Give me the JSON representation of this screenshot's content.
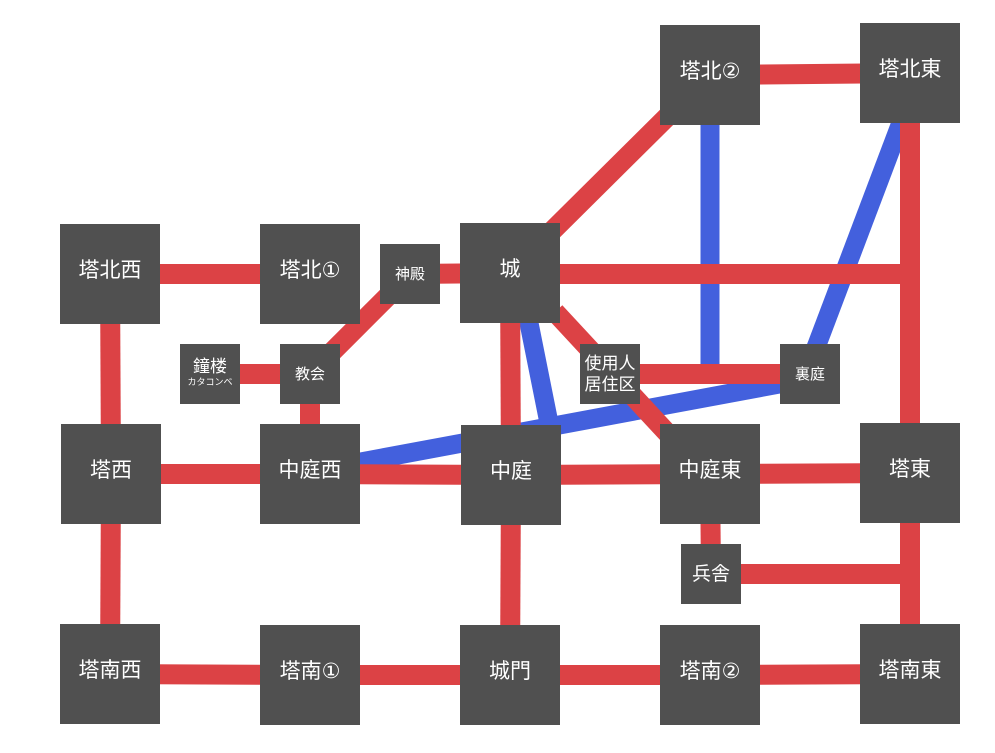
{
  "title": "Castle map",
  "colors": {
    "path": "#dc4245",
    "secret_path": "#4360dd",
    "node": "#505050",
    "label": "#ffffff"
  },
  "nodes": [
    {
      "id": "tower_nw",
      "label": "塔北西",
      "size": "big"
    },
    {
      "id": "tower_n1",
      "label": "塔北①",
      "size": "big"
    },
    {
      "id": "shrine",
      "label": "神殿",
      "size": "small"
    },
    {
      "id": "castle",
      "label": "城",
      "size": "big"
    },
    {
      "id": "tower_n2",
      "label": "塔北②",
      "size": "big"
    },
    {
      "id": "tower_ne",
      "label": "塔北東",
      "size": "big"
    },
    {
      "id": "belfry",
      "label": "鐘楼",
      "sublabel": "カタコンベ",
      "size": "small"
    },
    {
      "id": "church",
      "label": "教会",
      "size": "small"
    },
    {
      "id": "servants",
      "label": "使用人",
      "sublabel": "居住区",
      "size": "small"
    },
    {
      "id": "backyard",
      "label": "裏庭",
      "size": "small"
    },
    {
      "id": "tower_w",
      "label": "塔西",
      "size": "big"
    },
    {
      "id": "court_w",
      "label": "中庭西",
      "size": "big"
    },
    {
      "id": "court",
      "label": "中庭",
      "size": "big"
    },
    {
      "id": "court_e",
      "label": "中庭東",
      "size": "big"
    },
    {
      "id": "tower_e",
      "label": "塔東",
      "size": "big"
    },
    {
      "id": "barracks",
      "label": "兵舎",
      "size": "small"
    },
    {
      "id": "tower_sw",
      "label": "塔南西",
      "size": "big"
    },
    {
      "id": "tower_s1",
      "label": "塔南①",
      "size": "big"
    },
    {
      "id": "gate",
      "label": "城門",
      "size": "big"
    },
    {
      "id": "tower_s2",
      "label": "塔南②",
      "size": "big"
    },
    {
      "id": "tower_se",
      "label": "塔南東",
      "size": "big"
    }
  ],
  "edges": [
    {
      "from": "tower_nw",
      "to": "tower_n1",
      "kind": "path"
    },
    {
      "from": "shrine",
      "to": "castle",
      "kind": "path"
    },
    {
      "from": "shrine",
      "to": "church",
      "kind": "path"
    },
    {
      "from": "belfry",
      "to": "church",
      "kind": "path"
    },
    {
      "from": "church",
      "to": "court_w",
      "kind": "path"
    },
    {
      "from": "tower_nw",
      "to": "tower_w",
      "kind": "path"
    },
    {
      "from": "tower_w",
      "to": "court_w",
      "kind": "path"
    },
    {
      "from": "court_w",
      "to": "court",
      "kind": "path"
    },
    {
      "from": "court",
      "to": "court_e",
      "kind": "path"
    },
    {
      "from": "court_e",
      "to": "tower_e",
      "kind": "path"
    },
    {
      "from": "castle",
      "to": "court",
      "kind": "path"
    },
    {
      "from": "castle",
      "to": "tower_n2",
      "kind": "path"
    },
    {
      "from": "castle",
      "to": "tower_e",
      "kind": "path"
    },
    {
      "from": "tower_ne",
      "to": "tower_e",
      "kind": "path"
    },
    {
      "from": "tower_n2",
      "to": "tower_ne",
      "kind": "path"
    },
    {
      "from": "castle",
      "to": "court_e",
      "kind": "path"
    },
    {
      "from": "servants",
      "to": "backyard",
      "kind": "path"
    },
    {
      "from": "court_e",
      "to": "barracks",
      "kind": "path"
    },
    {
      "from": "barracks",
      "to": "tower_e",
      "kind": "path"
    },
    {
      "from": "tower_w",
      "to": "tower_sw",
      "kind": "path"
    },
    {
      "from": "tower_sw",
      "to": "tower_s1",
      "kind": "path"
    },
    {
      "from": "tower_s1",
      "to": "gate",
      "kind": "path"
    },
    {
      "from": "gate",
      "to": "tower_s2",
      "kind": "path"
    },
    {
      "from": "tower_s2",
      "to": "tower_se",
      "kind": "path"
    },
    {
      "from": "tower_e",
      "to": "tower_se",
      "kind": "path"
    },
    {
      "from": "court",
      "to": "gate",
      "kind": "path"
    },
    {
      "from": "tower_n2",
      "to": "servants_backyard_link",
      "kind": "secret_path"
    },
    {
      "from": "tower_ne",
      "to": "backyard",
      "kind": "secret_path"
    },
    {
      "from": "court_w",
      "to": "backyard",
      "kind": "secret_path"
    },
    {
      "from": "castle",
      "to": "court_w_backyard_link",
      "kind": "secret_path"
    }
  ]
}
